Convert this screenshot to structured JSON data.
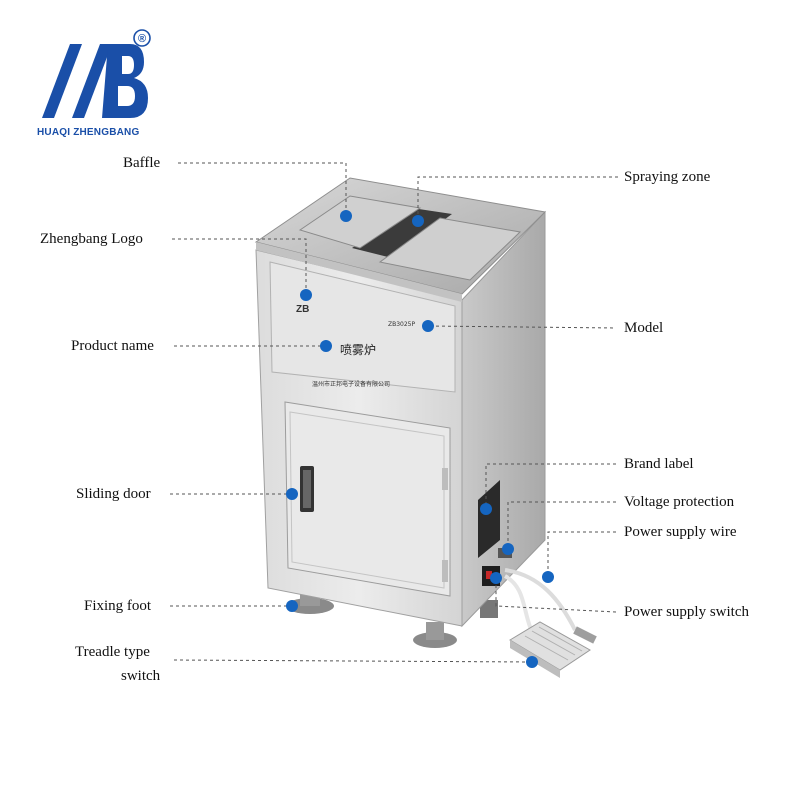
{
  "brand": {
    "name": "HUAQI ZHENGBANG",
    "registered_mark": "®",
    "accent": "#1a4fa8"
  },
  "machine": {
    "product_name": "喷雾炉",
    "model_plate": "ZB3025P",
    "company_line": "温州市正邦电子设备有限公司"
  },
  "callouts": {
    "baffle": "Baffle",
    "spraying_zone": "Spraying zone",
    "zhengbang_logo": "Zhengbang Logo",
    "model": "Model",
    "product_name": "Product name",
    "brand_label": "Brand label",
    "sliding_door": "Sliding door",
    "voltage_protection": "Voltage protection",
    "power_supply_wire": "Power supply wire",
    "fixing_foot": "Fixing foot",
    "power_supply_switch": "Power supply switch",
    "treadle_line1": "Treadle type",
    "treadle_line2": "switch"
  },
  "colors": {
    "dot": "#1565c0",
    "leader": "#555555"
  }
}
